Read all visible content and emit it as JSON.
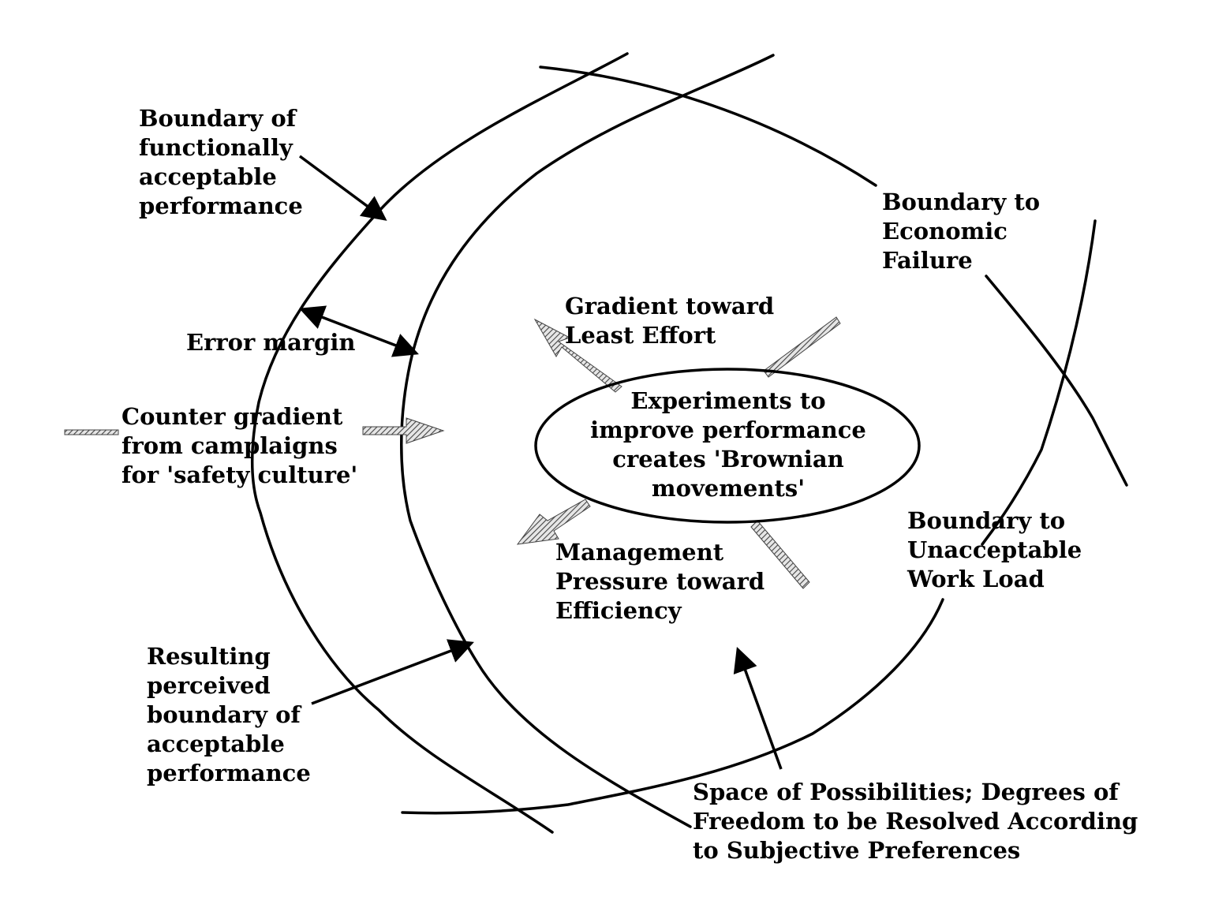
{
  "labels": {
    "functional_boundary": [
      "Boundary of",
      "functionally",
      "acceptable",
      "performance"
    ],
    "economic_boundary": [
      "Boundary to",
      "Economic",
      "Failure"
    ],
    "gradient_least_effort": [
      "Gradient toward",
      "Least Effort"
    ],
    "error_margin": [
      "Error margin"
    ],
    "counter_gradient": [
      "Counter gradient",
      "from  camplaigns",
      "for 'safety culture'"
    ],
    "experiments": [
      "Experiments to",
      "improve performance",
      "creates 'Brownian",
      "movements'"
    ],
    "management_pressure": [
      "Management",
      "Pressure toward",
      "Efficiency"
    ],
    "workload_boundary": [
      "Boundary to",
      "Unacceptable",
      "Work Load"
    ],
    "perceived_boundary": [
      "Resulting",
      "perceived",
      "boundary of",
      "acceptable",
      "performance"
    ],
    "space_of_possibilities": [
      "Space of Possibilities; Degrees of",
      "Freedom to be Resolved According",
      "to Subjective Preferences"
    ]
  },
  "colors": {
    "ink": "#000000",
    "hatch": "#555555",
    "background": "#ffffff"
  }
}
